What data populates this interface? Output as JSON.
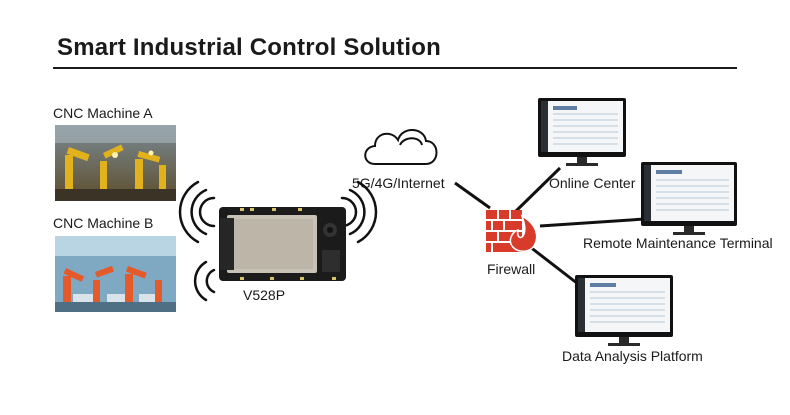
{
  "title": "Smart Industrial Control Solution",
  "machines": [
    {
      "label": "CNC Machine A"
    },
    {
      "label": "CNC Machine B"
    }
  ],
  "device": {
    "label": "V528P"
  },
  "network": {
    "label": "5G/4G/Internet",
    "icon": "cloud-icon"
  },
  "firewall": {
    "label": "Firewall",
    "icon": "firewall-icon",
    "color": "#d93b2b"
  },
  "terminals": [
    {
      "label": "Online Center",
      "icon": "monitor-icon"
    },
    {
      "label": "Remote Maintenance Terminal",
      "icon": "monitor-icon"
    },
    {
      "label": "Data Analysis Platform",
      "icon": "monitor-icon"
    }
  ],
  "colors": {
    "accent": "#d93b2b",
    "line": "#111111",
    "board": "#1b1b1b",
    "module": "#c8c2b6"
  }
}
